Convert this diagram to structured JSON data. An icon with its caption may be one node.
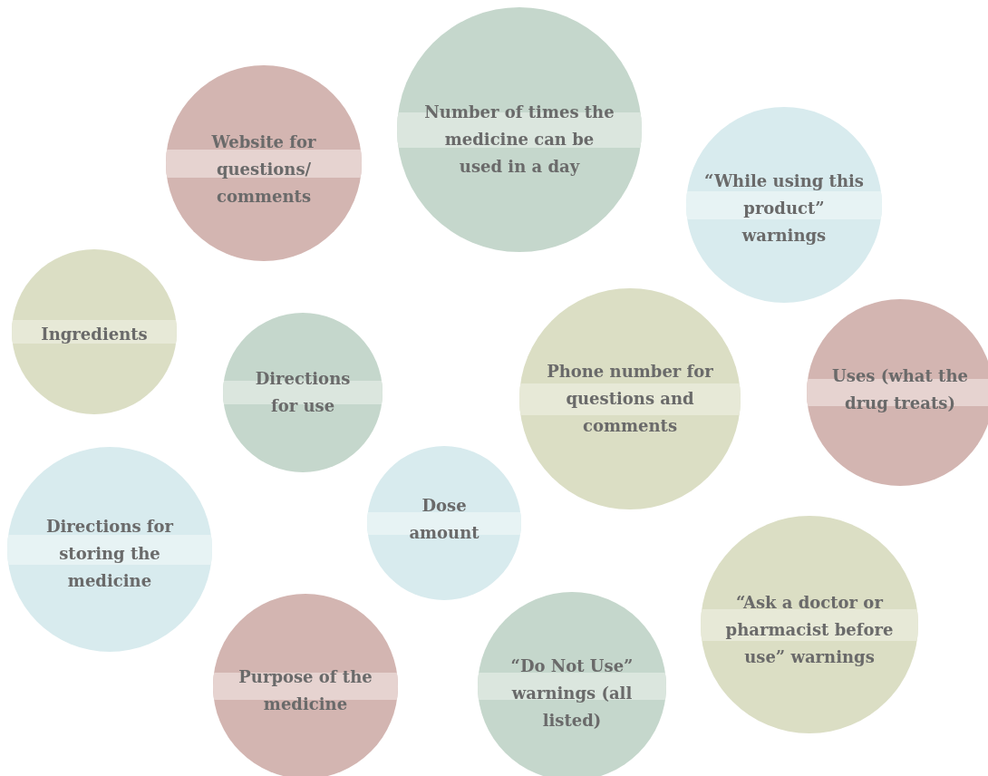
{
  "diagram": {
    "nodes": [
      {
        "text": [
          "Website for questions/ comments"
        ]
      },
      {
        "text": [
          "Number of times the medicine can be used in a day"
        ]
      },
      {
        "text": [
          "“While using this product” warnings"
        ]
      },
      {
        "text": [
          "Ingredients"
        ]
      },
      {
        "text": [
          "Directions for use"
        ]
      },
      {
        "text": [
          "Phone number for questions and comments"
        ]
      },
      {
        "text": [
          "Uses (what the drug treats)"
        ]
      },
      {
        "text": [
          "Directions for storing the medicine"
        ]
      },
      {
        "text": [
          "Dose amount"
        ]
      },
      {
        "text": [
          "“Ask a doctor or pharmacist before use” warnings"
        ]
      },
      {
        "text": [
          "Purpose of the medicine"
        ]
      },
      {
        "text": [
          "“Do Not Use” warnings (all listed)"
        ]
      }
    ]
  }
}
